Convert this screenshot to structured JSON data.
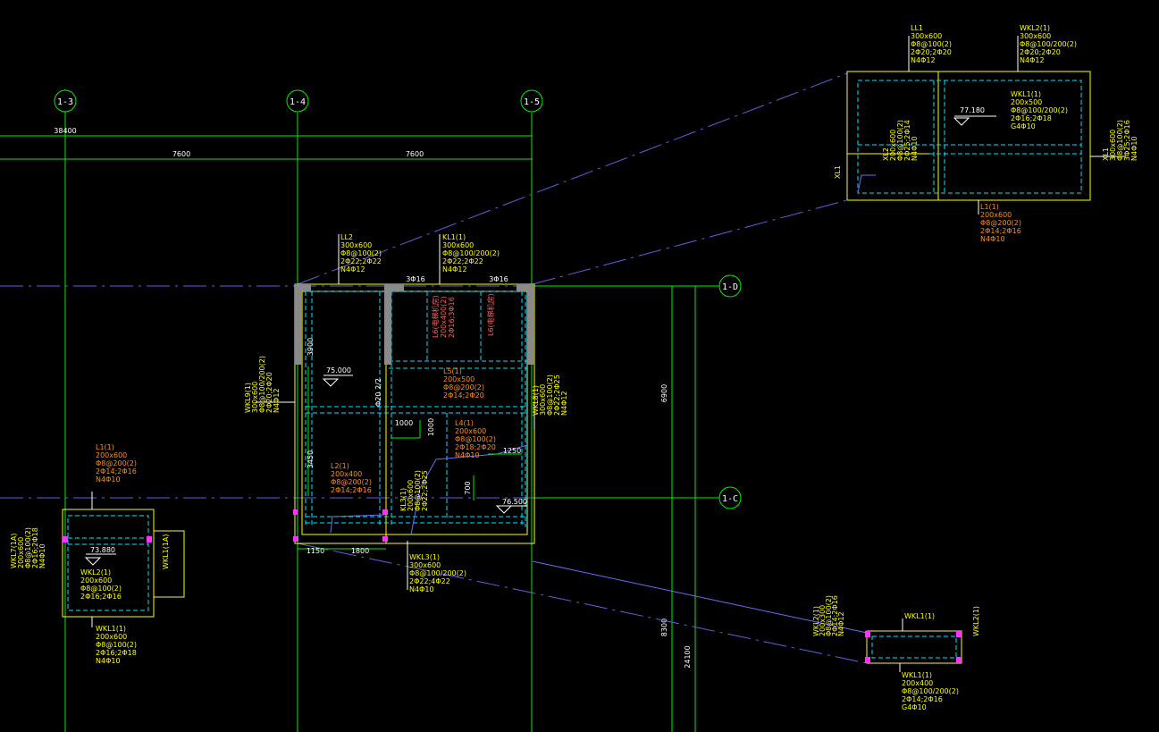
{
  "axes": {
    "a1": "1-3",
    "a2": "1-4",
    "a3": "1-5",
    "ad": "1-D",
    "ac": "1-C"
  },
  "dims": {
    "top_total": "38400",
    "bay1": "7600",
    "bay2": "7600",
    "d3900": "3900",
    "d3450": "3450",
    "d1150": "1150",
    "d1800": "1800",
    "d1000a": "1000",
    "d1000b": "1000",
    "d1250": "1250",
    "d700": "700",
    "v6900": "6900",
    "v8300": "8300",
    "v24100": "24100"
  },
  "levels": {
    "lv75000": "75.000",
    "lv76500": "76.500",
    "lv73880": "73.880",
    "lv77180": "77.180"
  },
  "labels": {
    "ll2": [
      "LL2",
      "300x600",
      "Φ8@100(2)",
      "2Φ22;2Φ22",
      "N4Φ12"
    ],
    "kl1": [
      "KL1(1)",
      "300x600",
      "Φ8@100/200(2)",
      "2Φ22;2Φ22",
      "N4Φ12"
    ],
    "n3a": "3Φ16",
    "n3b": "3Φ16",
    "l6a": [
      "L6(电梯机房)",
      "200x400(2)",
      "2Φ16;3Φ16"
    ],
    "l6b": [
      "L6(电梯机房)"
    ],
    "l5": [
      "L5(1)",
      "200x500",
      "Φ8@200(2)",
      "2Φ14;2Φ20"
    ],
    "l4": [
      "L4(1)",
      "200x600",
      "Φ8@100(2)",
      "2Φ18;2Φ20",
      "N4Φ10"
    ],
    "l2": [
      "L2(1)",
      "200x400",
      "Φ8@200(2)",
      "2Φ14;2Φ16"
    ],
    "wkl9": [
      "WKL9(1)",
      "300x600",
      "Φ8@100/200(2)",
      "2Φ20;2Φ20",
      "N4Φ12"
    ],
    "wkl8": [
      "WKL8(1)",
      "300x600",
      "Φ8@100(2)",
      "2Φ22;2Φ25",
      "N4Φ12"
    ],
    "kl3": [
      "KL3(1)",
      "200x600",
      "Φ8@100(2)",
      "2Φ22;2Φ25"
    ],
    "wkl3": [
      "WKL3(1)",
      "300x600",
      "Φ8@100/200(2)",
      "2Φ22;4Φ22",
      "N4Φ10"
    ],
    "sm": "Φ20 2/2",
    "left_l1": [
      "L1(1)",
      "200x600",
      "Φ8@200(2)",
      "2Φ14;2Φ16",
      "N4Φ10"
    ],
    "left_wkl7": [
      "WKL7(1A)",
      "200x600",
      "Φ8@100(2)",
      "2Φ16;2Φ18",
      "N4Φ10"
    ],
    "left_wkl2": [
      "WKL2(1)",
      "200x600",
      "Φ8@100(2)",
      "2Φ16;2Φ16"
    ],
    "left_wkl1a": "WKL1(1A)",
    "left_wkl1": [
      "WKL1(1)",
      "200x600",
      "Φ8@100(2)",
      "2Φ16;2Φ18",
      "N4Φ10"
    ],
    "tr_ll1": [
      "LL1",
      "300x600",
      "Φ8@100(2)",
      "2Φ20;2Φ20",
      "N4Φ12"
    ],
    "tr_wkl2": [
      "WKL2(1)",
      "300x600",
      "Φ8@100/200(2)",
      "2Φ20;2Φ20",
      "N4Φ12"
    ],
    "tr_wkl1": [
      "WKL1(1)",
      "200x500",
      "Φ8@100/200(2)",
      "2Φ16;2Φ18",
      "G4Φ10"
    ],
    "tr_xl2": [
      "XL2",
      "200x600",
      "Φ8@100(2)",
      "2Φ25;2Φ14",
      "N4Φ10"
    ],
    "tr_xl1": "XL1",
    "tr_xl1b": [
      "XL1",
      "300x600",
      "Φ8@100(2)",
      "3Φ25;2Φ16",
      "N4Φ10"
    ],
    "tr_l1": [
      "L1(1)",
      "200x600",
      "Φ8@200(2)",
      "2Φ14;2Φ16",
      "N4Φ10"
    ],
    "br_wkl1a": "WKL1(1)",
    "br_wkl2v": [
      "WKL2(1)",
      "200x300",
      "Φ8@100(2)",
      "2Φ14;2Φ16",
      "N4Φ12"
    ],
    "br_wkl2r": "WKL2(1)",
    "br_wkl1b": [
      "WKL1(1)",
      "200x400",
      "Φ8@100/200(2)",
      "2Φ14;2Φ16",
      "G4Φ10"
    ]
  },
  "colors": {
    "axis": "#00ee00",
    "wall": "#ffff00",
    "beam": "#00e5ff",
    "leader": "#6b6bff",
    "label_main": "#ffff00",
    "label_secondary": "#ff8c1a",
    "column": "#8a8a8a",
    "column_marker": "#ff33ff"
  }
}
